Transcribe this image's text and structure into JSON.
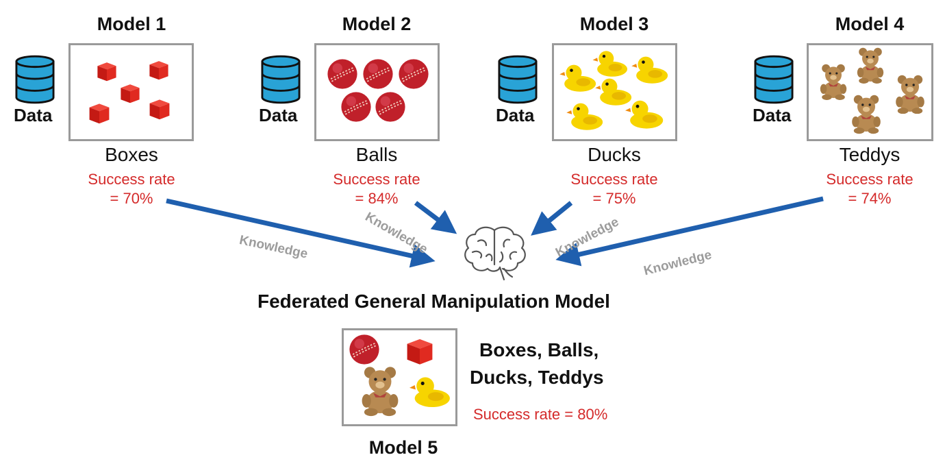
{
  "models": [
    {
      "title": "Model 1",
      "data_label": "Data",
      "object": "Boxes",
      "rate_line1": "Success rate",
      "rate_line2": "= 70%",
      "icon": "red-box-icon"
    },
    {
      "title": "Model 2",
      "data_label": "Data",
      "object": "Balls",
      "rate_line1": "Success rate",
      "rate_line2": "= 84%",
      "icon": "cricket-ball-icon"
    },
    {
      "title": "Model 3",
      "data_label": "Data",
      "object": "Ducks",
      "rate_line1": "Success rate",
      "rate_line2": "= 75%",
      "icon": "rubber-duck-icon"
    },
    {
      "title": "Model 4",
      "data_label": "Data",
      "object": "Teddys",
      "rate_line1": "Success rate",
      "rate_line2": "= 74%",
      "icon": "teddy-bear-icon"
    }
  ],
  "knowledge_label": "Knowledge",
  "federated": {
    "title": "Federated General Manipulation Model",
    "objects_line1": "Boxes, Balls,",
    "objects_line2": "Ducks, Teddys",
    "rate": "Success rate = 80%",
    "model_title": "Model 5"
  },
  "colors": {
    "arrow": "#1f5fae",
    "rate": "#d42a2a",
    "knowledge": "#9c9c9c",
    "db": "#29a3d6",
    "frame": "#9a9a9a"
  }
}
